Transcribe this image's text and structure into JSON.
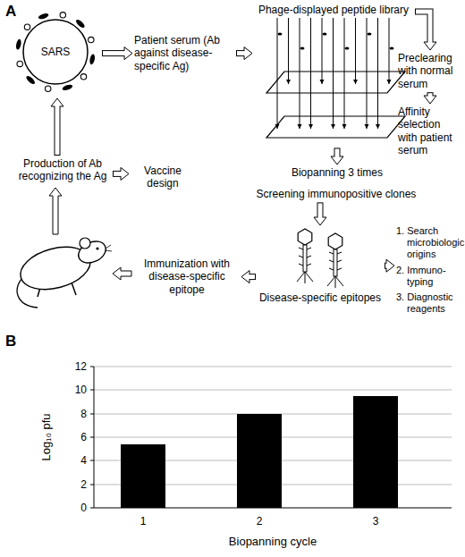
{
  "diagram": {
    "nodes": [
      {
        "text": [
          "SARS"
        ]
      },
      {
        "text": [
          "Patient serum (Ab against disease-specific Ag)"
        ]
      },
      {
        "text": [
          "Phage-displayed peptide library"
        ]
      },
      {
        "text": [
          "Preclearing with normal serum"
        ]
      },
      {
        "text": [
          "Affinity selection with patient serum"
        ]
      },
      {
        "text": [
          "Biopanning 3 times"
        ]
      },
      {
        "text": [
          "Screening immunopositive clones"
        ]
      },
      {
        "text": [
          "Disease-specific epitopes"
        ]
      },
      {
        "text": [
          "1. Search microbiologic origins",
          "2. Immuno-typing",
          "3. Diagnostic reagents"
        ]
      },
      {
        "text": [
          "Immunization with disease-specific epitope"
        ]
      },
      {
        "text": [
          "Production of Ab recognizing the Ag"
        ]
      },
      {
        "text": [
          "Vaccine design"
        ]
      }
    ],
    "edges": [
      {
        "from": 0,
        "to": 1,
        "arrow": "to"
      },
      {
        "from": 1,
        "to": 2,
        "arrow": "to"
      },
      {
        "from": 2,
        "to": 3,
        "arrow": "to"
      },
      {
        "from": 3,
        "to": 4,
        "arrow": "to"
      },
      {
        "from": 2,
        "to": 5,
        "arrow": "to"
      },
      {
        "from": 6,
        "to": 7,
        "arrow": "to"
      },
      {
        "from": 7,
        "to": 8,
        "arrow": "to"
      },
      {
        "from": 7,
        "to": 9,
        "arrow": "to"
      },
      {
        "from": 10,
        "to": 11,
        "arrow": "to"
      },
      {
        "from": 10,
        "to": 0,
        "arrow": "to"
      }
    ],
    "labels": [
      "A",
      "B",
      "12",
      "10",
      "8",
      "6",
      "4",
      "2",
      "0",
      "Log₁₀ pfu",
      "1",
      "2",
      "3",
      "Biopanning cycle"
    ]
  }
}
